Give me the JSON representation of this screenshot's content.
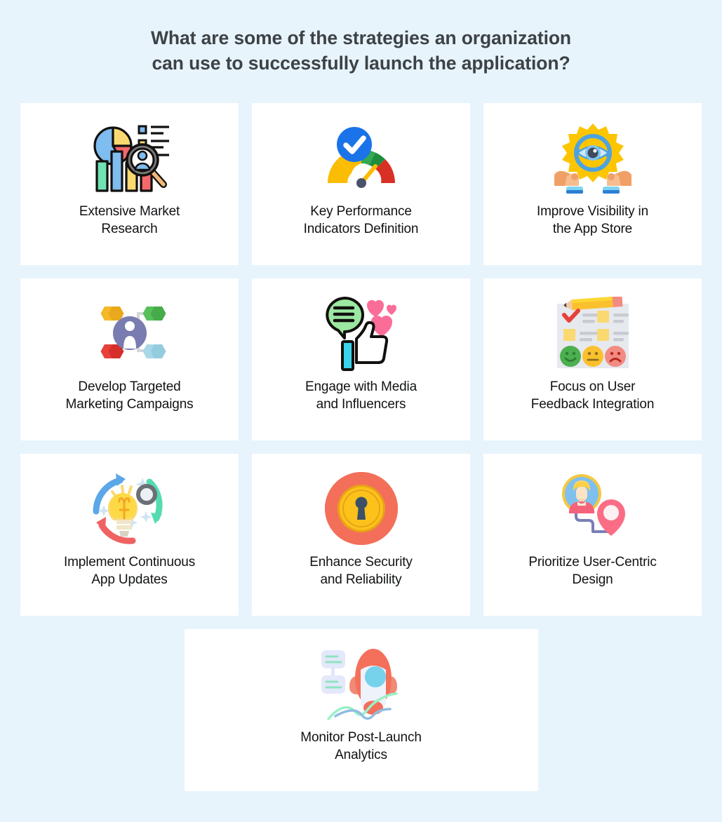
{
  "heading": {
    "line1": "What are some of the strategies an organization",
    "line2": "can use to successfully launch the application?"
  },
  "colors": {
    "background": "#e8f4fc",
    "card_background": "#ffffff",
    "heading_text": "#3c4246",
    "label_text": "#111214"
  },
  "cards": [
    {
      "label_line1": "Extensive Market",
      "label_line2": "Research",
      "icon": "market-research-icon"
    },
    {
      "label_line1": "Key Performance",
      "label_line2": "Indicators Definition",
      "icon": "performance-gauge-icon"
    },
    {
      "label_line1": "Improve Visibility in",
      "label_line2": "the App Store",
      "icon": "gear-eye-hands-icon"
    },
    {
      "label_line1": "Develop Targeted",
      "label_line2": "Marketing Campaigns",
      "icon": "network-targeting-icon"
    },
    {
      "label_line1": "Engage with Media",
      "label_line2": "and Influencers",
      "icon": "social-engagement-icon"
    },
    {
      "label_line1": "Focus on User",
      "label_line2": "Feedback Integration",
      "icon": "feedback-survey-icon"
    },
    {
      "label_line1": "Implement Continuous",
      "label_line2": "App Updates",
      "icon": "continuous-update-bulb-icon"
    },
    {
      "label_line1": "Enhance Security",
      "label_line2": "and Reliability",
      "icon": "security-lock-icon"
    },
    {
      "label_line1": "Prioritize User-Centric",
      "label_line2": "Design",
      "icon": "user-journey-pin-icon"
    },
    {
      "label_line1": "Monitor Post-Launch",
      "label_line2": "Analytics",
      "icon": "rocket-analytics-icon"
    }
  ]
}
